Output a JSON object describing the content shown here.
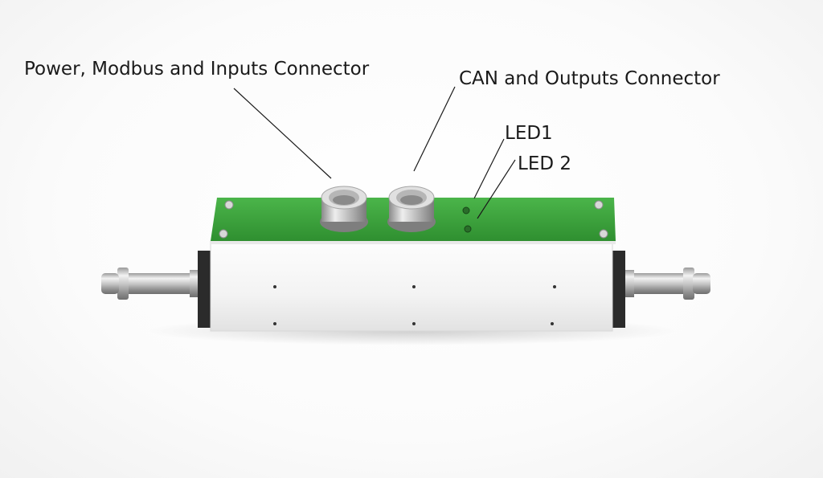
{
  "labels": {
    "power_connector": "Power, Modbus and Inputs Connector",
    "can_connector": "CAN and Outputs Connector",
    "led1": "LED1",
    "led2": "LED 2"
  },
  "colors": {
    "pcb_green": "#3fa53f",
    "body_white": "#f4f4f4",
    "metal": "#c8c8c8"
  }
}
